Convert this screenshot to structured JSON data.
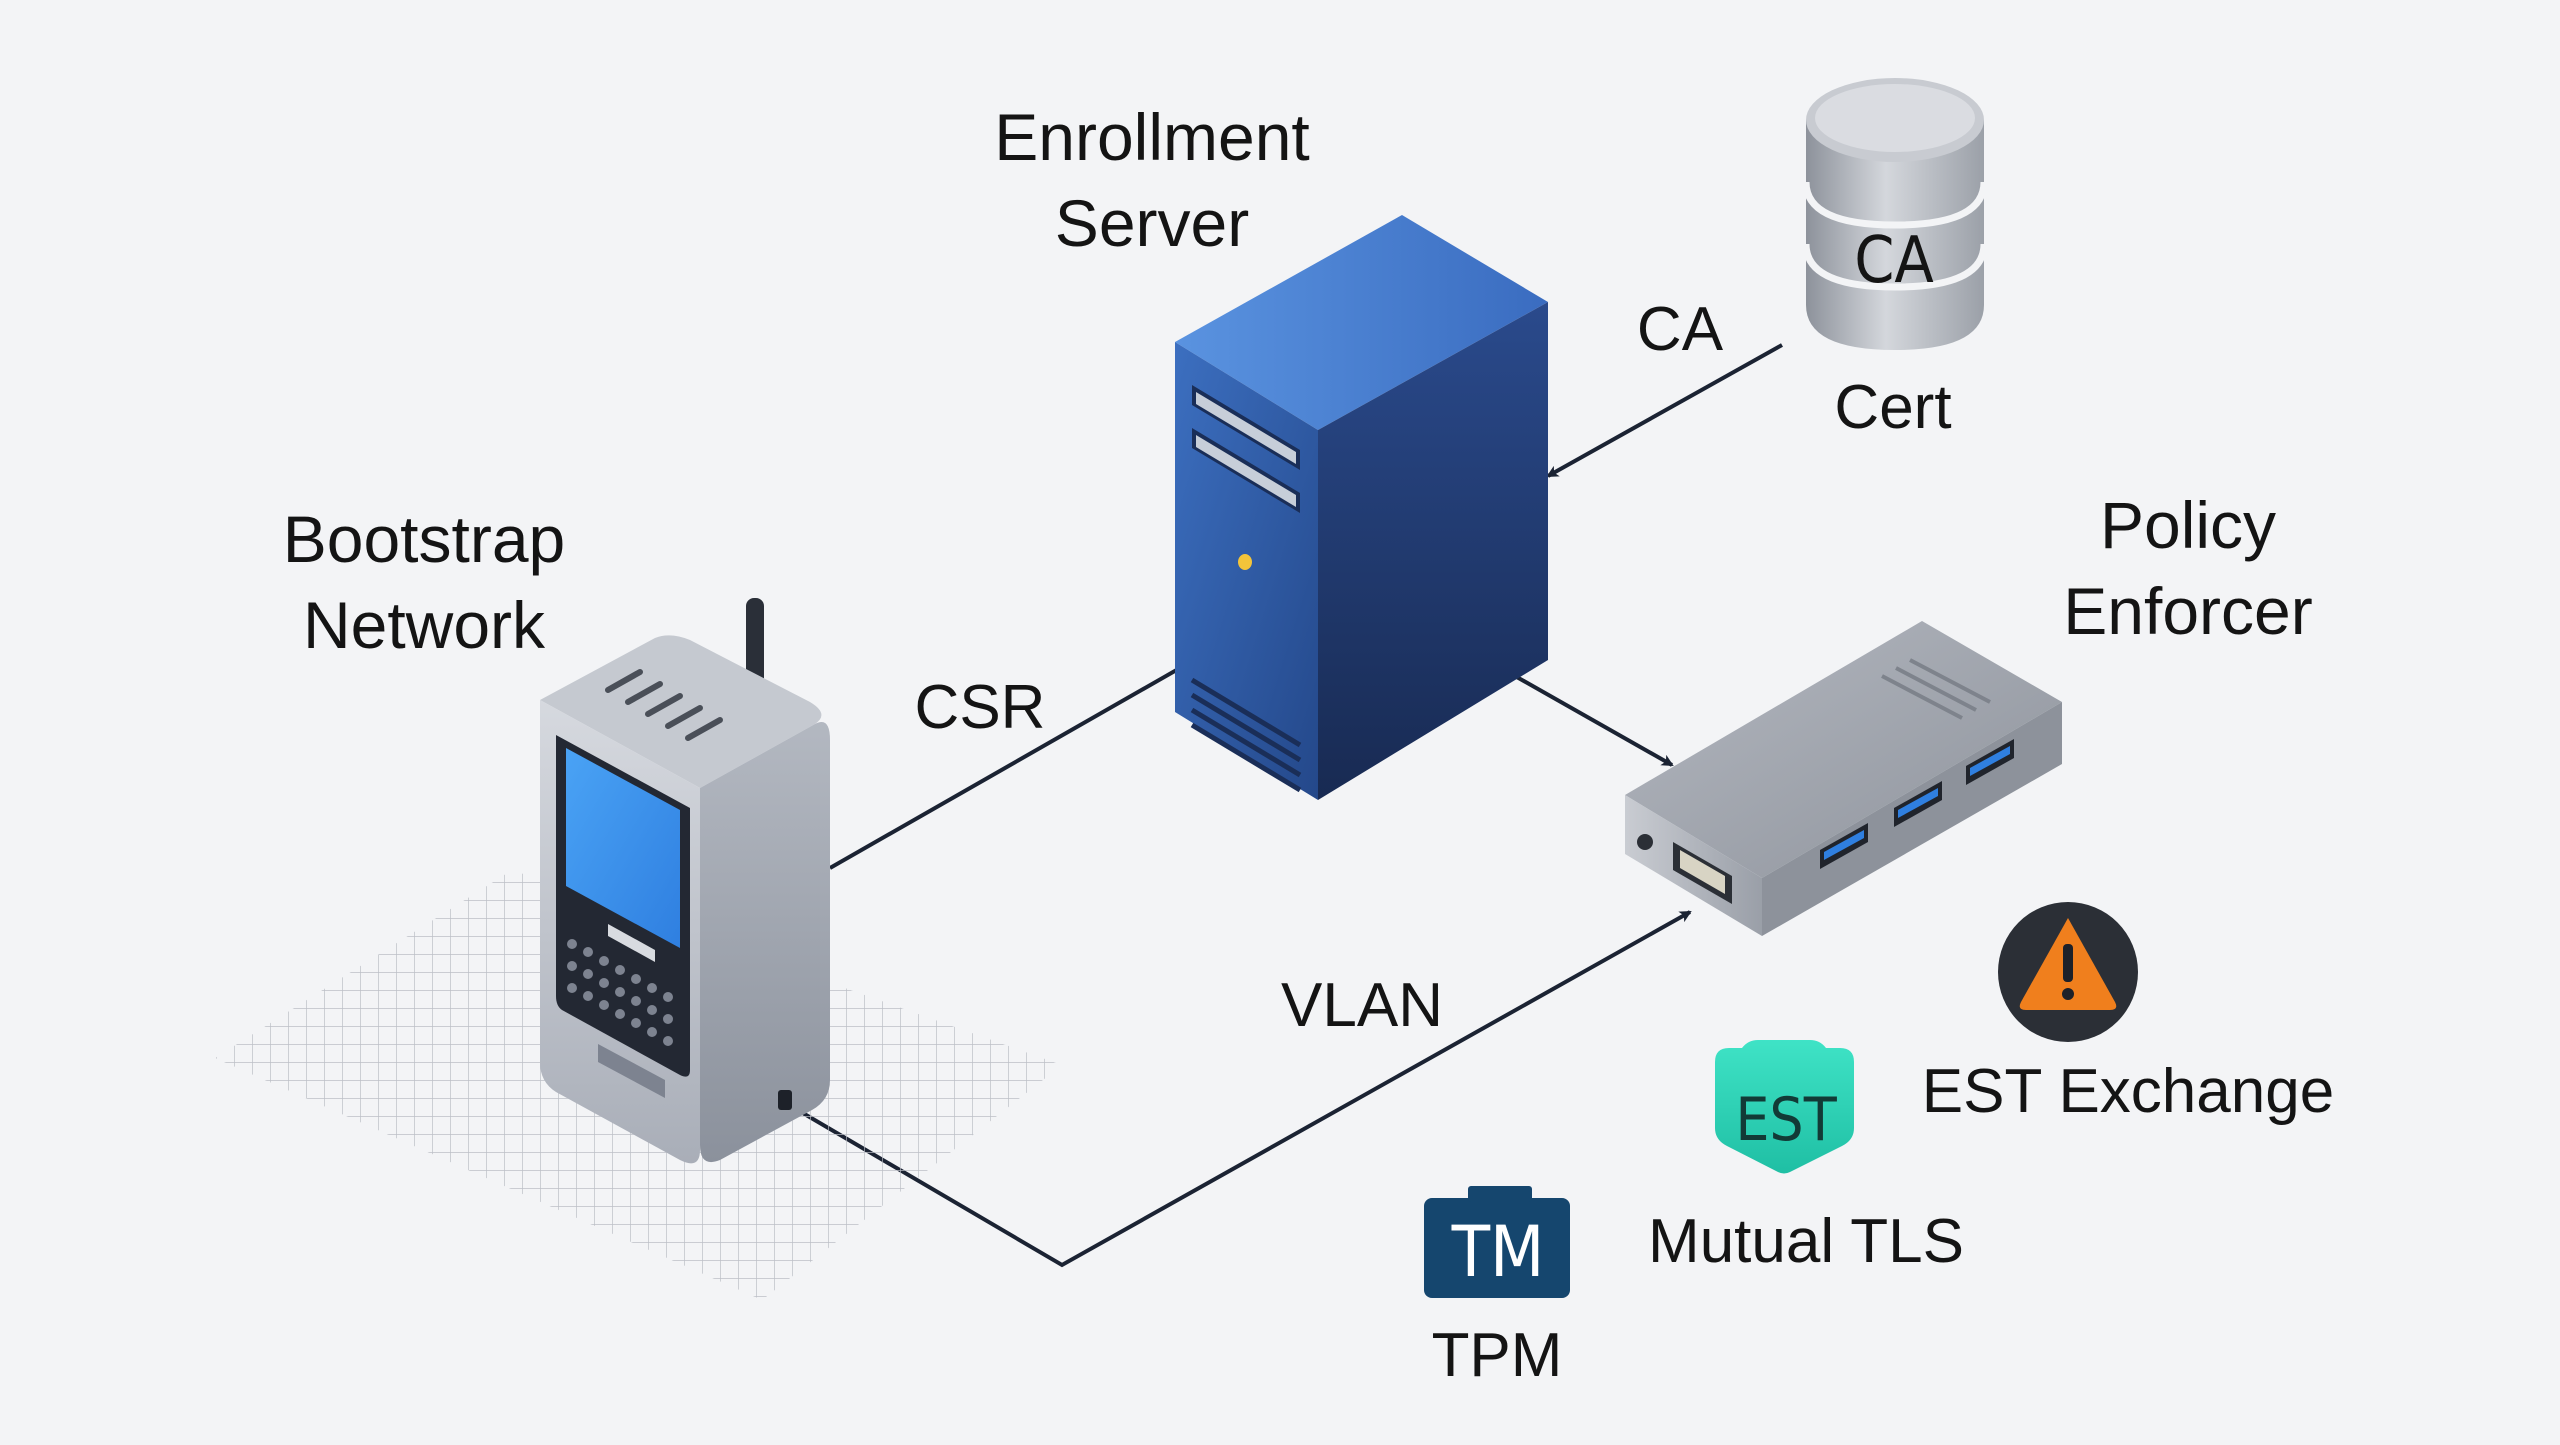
{
  "labels": {
    "enrollment_server": [
      "Enrollment",
      "Server"
    ],
    "bootstrap_network": [
      "Bootstrap",
      "Network"
    ],
    "policy_enforcer": [
      "Policy",
      "Enforcer"
    ],
    "ca_arrow": "CA",
    "cert": "Cert",
    "csr": "CSR",
    "vlan": "VLAN",
    "est_exchange": "EST Exchange",
    "mutual_tls": "Mutual TLS",
    "tpm": "TPM"
  },
  "badges": {
    "database": "CA",
    "est": "EST",
    "tpm": "TM"
  },
  "colors": {
    "background": "#f3f4f6",
    "server_blue": "#2f5ea8",
    "device_screen": "#3b8fe8",
    "est_teal": "#2ed3b7",
    "tpm_navy": "#15466e",
    "warning_orange": "#f07f1d",
    "warning_bg": "#2b2f36",
    "connector": "#1b2333"
  }
}
